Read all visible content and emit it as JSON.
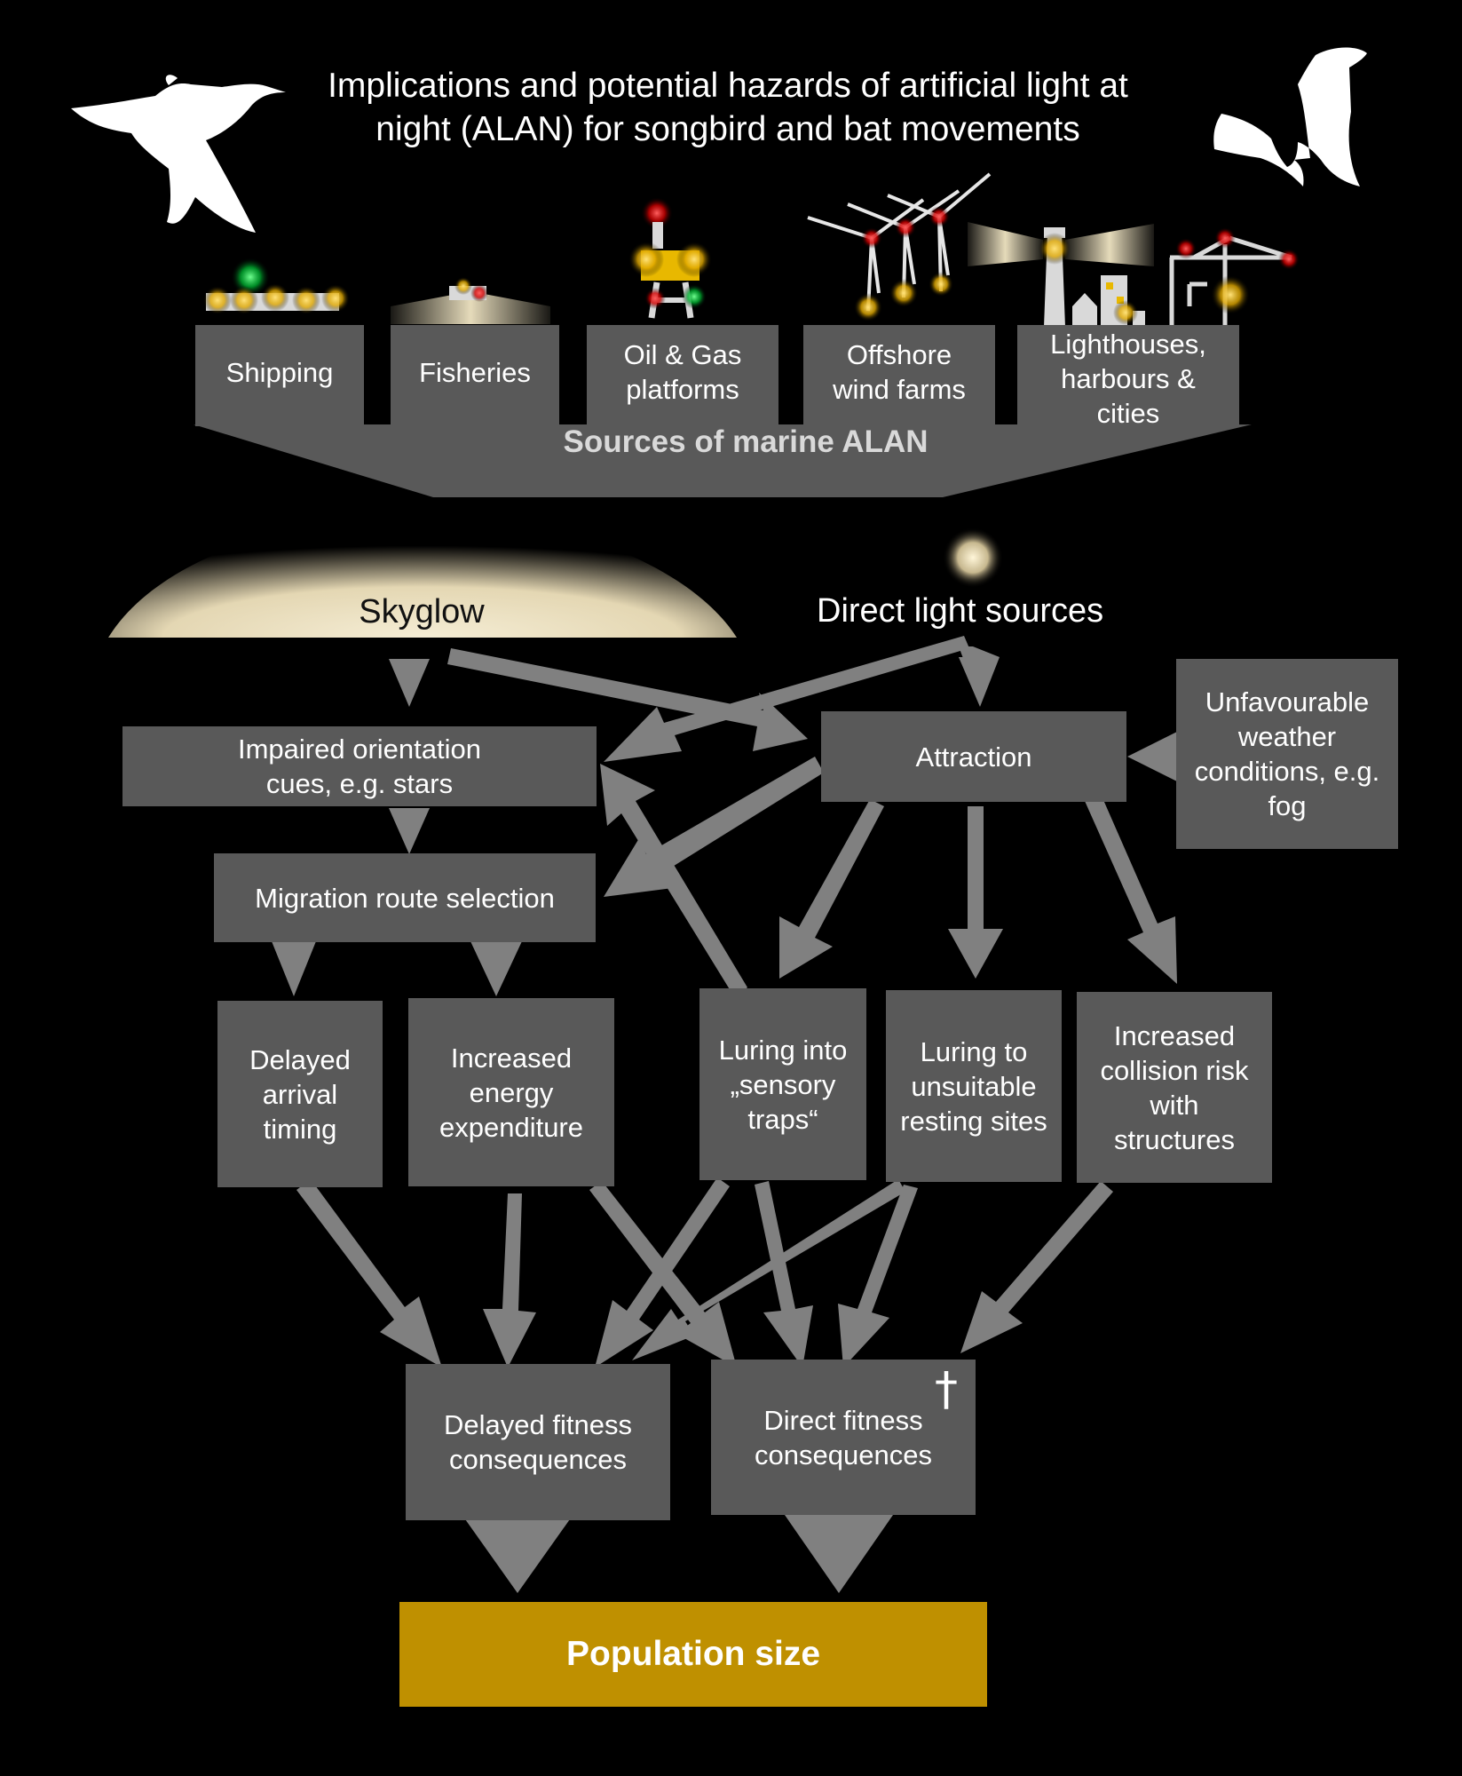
{
  "title_line1": "Implications and potential hazards of artificial light at",
  "title_line2": "night (ALAN) for songbird and bat movements",
  "icons": [
    "bird-silhouette-icon",
    "bat-silhouette-icon",
    "ship-icon",
    "fishing-boat-icon",
    "oil-platform-icon",
    "wind-turbines-icon",
    "lighthouse-harbour-icon",
    "cross-icon"
  ],
  "sources": [
    {
      "label": "Shipping"
    },
    {
      "label": "Fisheries"
    },
    {
      "label": "Oil & Gas platforms"
    },
    {
      "label": "Offshore wind farms"
    },
    {
      "label": "Lighthouses, harbours & cities"
    }
  ],
  "sources_label": "Sources of marine ALAN",
  "skyglow": "Skyglow",
  "direct_light": "Direct light sources",
  "impaired": "Impaired orientation cues, e.g. stars",
  "attraction": "Attraction",
  "weather": "Unfavourable weather conditions, e.g. fog",
  "migration": "Migration route selection",
  "delayed_arrival": "Delayed arrival timing",
  "energy": "Increased energy expenditure",
  "sensory_traps": "Luring into „sensory traps“",
  "resting_sites": "Luring to unsuitable resting sites",
  "collision": "Increased collision risk with structures",
  "delayed_fitness": "Delayed fitness consequences",
  "direct_fitness": "Direct fitness consequences",
  "cross_symbol": "†",
  "population": "Population size",
  "colors": {
    "background": "#000000",
    "box": "#595959",
    "arrow": "#808080",
    "population": "#bf9000",
    "skyglow": "#f2ead0",
    "lights": "#ffd24a"
  }
}
